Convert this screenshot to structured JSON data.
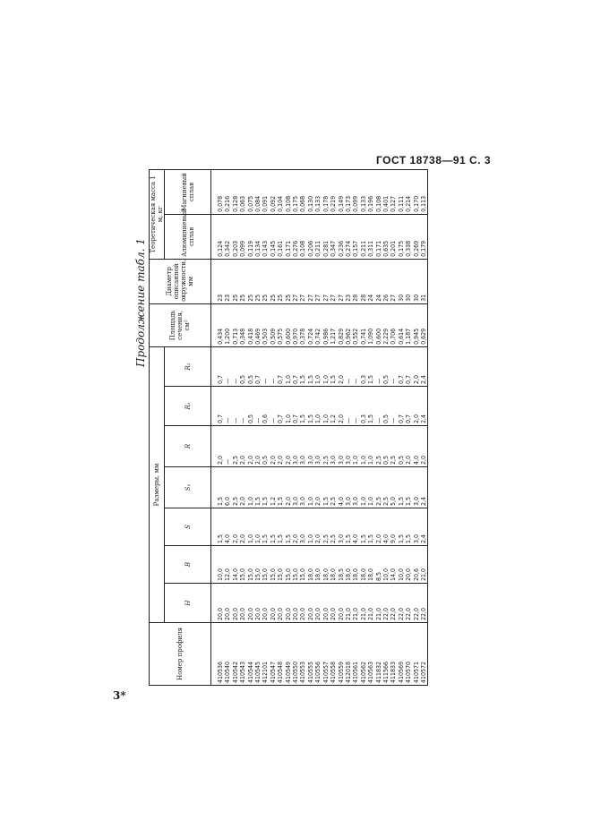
{
  "page": {
    "header": "ГОСТ 18738—91 С. 3",
    "footer_mark": "3*",
    "continuation": "Продолжение табл. 1"
  },
  "table": {
    "headers": {
      "profile": "Номер профиля",
      "dims": "Размеры, мм",
      "H": "H",
      "B": "B",
      "S": "S",
      "S1": "S₁",
      "R": "R",
      "R1": "R₁",
      "R2": "R₂",
      "area": "Площадь сечения, см²",
      "diam": "Диаметр описанной окружности, мм",
      "mass": "Теоретическая масса 1 м, кг",
      "al": "Алюминиевый сплав",
      "mg": "Магниевый сплав"
    },
    "rows": [
      [
        "410536",
        "20,0",
        "10,0",
        "1,5",
        "1,5",
        "2,0",
        "0,7",
        "0,7",
        "0,434",
        "23",
        "0,124",
        "0,078"
      ],
      [
        "410540",
        "20,0",
        "12,0",
        "4,0",
        "6,0",
        "—",
        "—",
        "—",
        "1,200",
        "23",
        "0,342",
        "0,216"
      ],
      [
        "410542",
        "20,0",
        "14,0",
        "2,0",
        "2,5",
        "2,5",
        "—",
        "—",
        "0,713",
        "25",
        "0,203",
        "0,128"
      ],
      [
        "410543",
        "20,0",
        "15,0",
        "2,0",
        "2,0",
        "2,0",
        "—",
        "0,5",
        "0,348",
        "25",
        "0,099",
        "0,063"
      ],
      [
        "410544",
        "20,0",
        "15,0",
        "1,0",
        "1,0",
        "2,0",
        "0,5",
        "0,5",
        "0,418",
        "25",
        "0,119",
        "0,075"
      ],
      [
        "410545",
        "20,0",
        "15,0",
        "1,0",
        "1,5",
        "2,0",
        "—",
        "0,7",
        "0,469",
        "25",
        "0,134",
        "0,084"
      ],
      [
        "412101",
        "20,0",
        "15,0",
        "1,5",
        "1,5",
        "0,5",
        "0,6",
        "—",
        "0,503",
        "25",
        "0,143",
        "0,091"
      ],
      [
        "410547",
        "20,0",
        "15,0",
        "1,5",
        "1,2",
        "2,0",
        "—",
        "—",
        "0,509",
        "25",
        "0,145",
        "0,092"
      ],
      [
        "410548",
        "20,0",
        "15,0",
        "1,5",
        "1,5",
        "2,0",
        "0,7",
        "0,7",
        "0,575",
        "25",
        "0,161",
        "0,104"
      ],
      [
        "410549",
        "20,0",
        "15,0",
        "1,5",
        "2,0",
        "2,0",
        "1,0",
        "1,0",
        "0,600",
        "25",
        "0,171",
        "0,108"
      ],
      [
        "410550",
        "20,0",
        "15,0",
        "2,0",
        "3,0",
        "3,0",
        "0,7",
        "0,7",
        "0,970",
        "27",
        "0,276",
        "0,175"
      ],
      [
        "410553",
        "20,0",
        "15,0",
        "3,0",
        "3,0",
        "3,0",
        "1,5",
        "1,5",
        "0,378",
        "27",
        "0,108",
        "0,068"
      ],
      [
        "410555",
        "20,0",
        "18,0",
        "1,0",
        "1,0",
        "3,0",
        "1,5",
        "1,5",
        "0,724",
        "27",
        "0,206",
        "0,130"
      ],
      [
        "410556",
        "20,0",
        "18,0",
        "2,0",
        "2,0",
        "3,0",
        "1,0",
        "1,0",
        "0,742",
        "27",
        "0,211",
        "0,133"
      ],
      [
        "410557",
        "20,0",
        "18,0",
        "2,5",
        "1,5",
        "2,5",
        "1,0",
        "1,0",
        "0,986",
        "27",
        "0,281",
        "0,178"
      ],
      [
        "410558",
        "20,0",
        "18,0",
        "2,5",
        "2,5",
        "3,0",
        "1,2",
        "1,5",
        "1,217",
        "27",
        "0,347",
        "0,219"
      ],
      [
        "410559",
        "20,0",
        "18,5",
        "3,0",
        "4,0",
        "3,0",
        "2,0",
        "2,0",
        "0,829",
        "27",
        "0,236",
        "0,149"
      ],
      [
        "412018",
        "21,0",
        "18,0",
        "1,5",
        "3,0",
        "3,0",
        "—",
        "—",
        "0,962",
        "23",
        "0,274",
        "0,173"
      ],
      [
        "410561",
        "21,0",
        "18,0",
        "4,0",
        "3,0",
        "1,0",
        "—",
        "—",
        "0,552",
        "28",
        "0,157",
        "0,099"
      ],
      [
        "410562",
        "21,0",
        "18,0",
        "1,5",
        "1,0",
        "1,0",
        "0,3",
        "0,3",
        "0,741",
        "28",
        "0,211",
        "0,133"
      ],
      [
        "410563",
        "21,0",
        "18,0",
        "1,5",
        "1,0",
        "1,0",
        "1,5",
        "1,5",
        "1,090",
        "24",
        "0,311",
        "0,196"
      ],
      [
        "411832",
        "21,0",
        "8,5",
        "2,0",
        "2,5",
        "2,5",
        "—",
        "—",
        "0,600",
        "24",
        "0,171",
        "0,108"
      ],
      [
        "411566",
        "22,0",
        "10,0",
        "4,0",
        "2,5",
        "0,5",
        "0,5",
        "0,5",
        "2,229",
        "26",
        "0,635",
        "0,401"
      ],
      [
        "411833",
        "22,0",
        "14,0",
        "9,0",
        "5,0",
        "2,5",
        "—",
        "—",
        "0,706",
        "27",
        "0,201",
        "0,127"
      ],
      [
        "410569",
        "22,0",
        "10,0",
        "1,5",
        "1,5",
        "0,5",
        "0,7",
        "0,7",
        "0,614",
        "30",
        "0,175",
        "0,111"
      ],
      [
        "410570",
        "22,0",
        "20,0",
        "1,5",
        "1,5",
        "2,0",
        "0,7",
        "0,7",
        "1,187",
        "30",
        "0,338",
        "0,214"
      ],
      [
        "410571",
        "22,0",
        "20,6",
        "3,0",
        "3,0",
        "4,0",
        "2,0",
        "2,0",
        "0,945",
        "30",
        "0,269",
        "0,170"
      ],
      [
        "410572",
        "22,0",
        "21,0",
        "2,4",
        "2,4",
        "2,0",
        "2,4",
        "2,4",
        "0,629",
        "31",
        "0,179",
        "0,113"
      ]
    ]
  }
}
